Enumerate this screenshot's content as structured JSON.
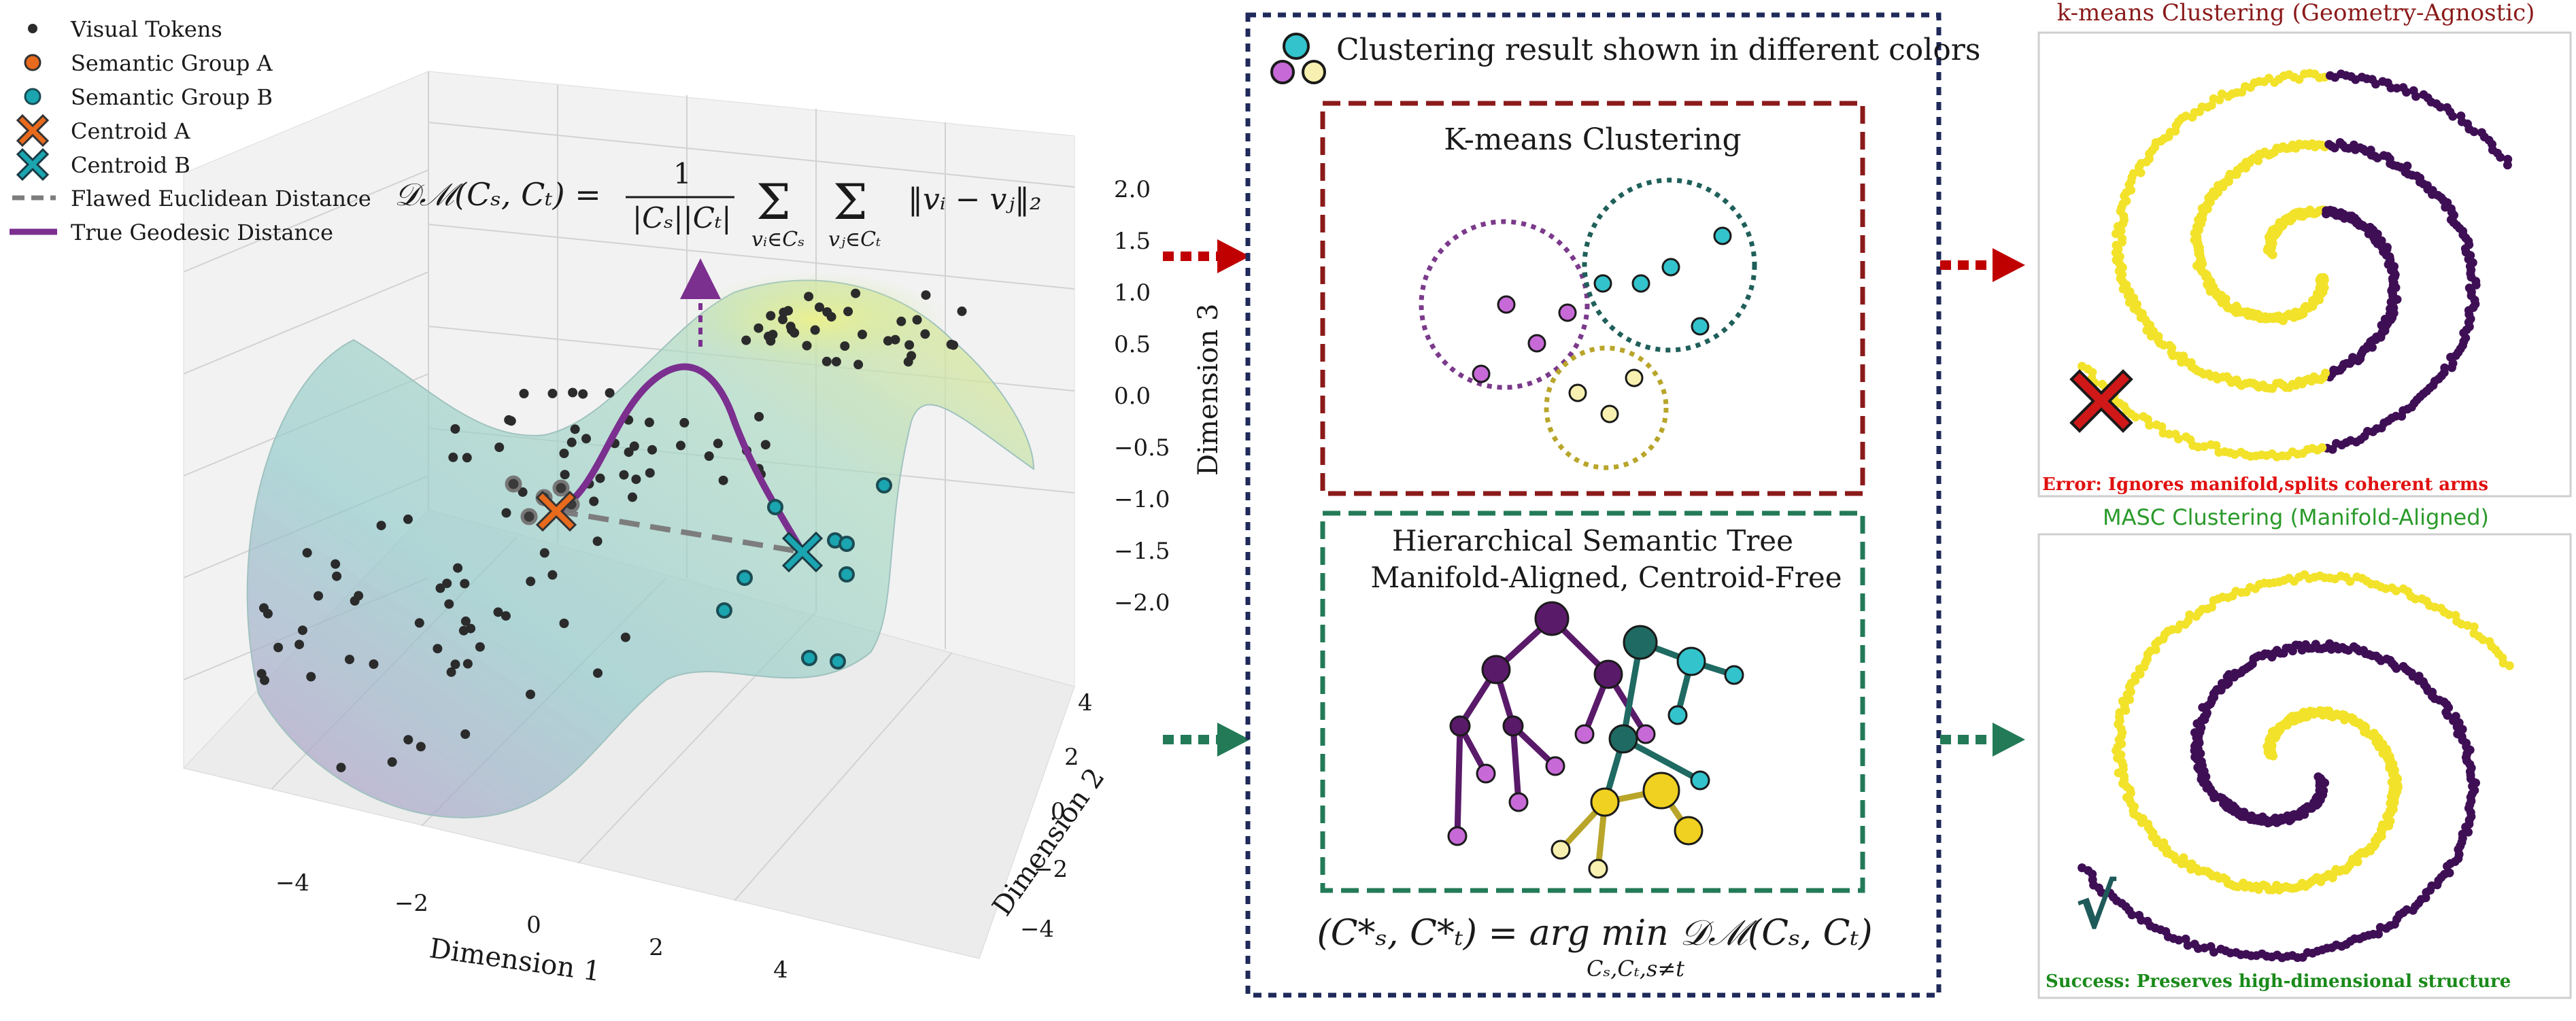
{
  "legend": {
    "items": [
      {
        "label": "Visual Tokens"
      },
      {
        "label": "Semantic Group A"
      },
      {
        "label": "Semantic Group B"
      },
      {
        "label": "Centroid A"
      },
      {
        "label": "Centroid B"
      },
      {
        "label": "Flawed Euclidean Distance"
      },
      {
        "label": "True Geodesic Distance"
      }
    ]
  },
  "plot3d": {
    "formula": "𝒟ℳ(Cₛ, Cₜ) = 1 / (|Cₛ||Cₜ|) Σ_{vᵢ∈Cₛ} Σ_{vⱼ∈Cₜ} ‖vᵢ − vⱼ‖₂",
    "formula_parts": {
      "lhs": "𝒟ℳ(Cₛ, Cₜ) =",
      "num": "1",
      "den": "|Cₛ||Cₜ|",
      "sum1": "Σ",
      "sum1_sub": "vᵢ∈Cₛ",
      "sum2": "Σ",
      "sum2_sub": "vⱼ∈Cₜ",
      "norm": "‖vᵢ − vⱼ‖₂"
    },
    "axis_x_label": "Dimension 1",
    "axis_y_label": "Dimension 2",
    "axis_z_label": "Dimension 3",
    "x_ticks": [
      "−4",
      "−2",
      "0",
      "2",
      "4"
    ],
    "y_ticks": [
      "4",
      "2",
      "0",
      "−2",
      "−4"
    ],
    "z_ticks": [
      "2.0",
      "1.5",
      "1.0",
      "0.5",
      "0.0",
      "−0.5",
      "−1.0",
      "−1.5",
      "−2.0"
    ]
  },
  "middle": {
    "header": "Clustering result shown in different colors",
    "kmeans_title": "K-means Clustering",
    "tree_title_1": "Hierarchical Semantic Tree",
    "tree_title_2": "Manifold-Aligned, Centroid-Free",
    "bottom_formula": {
      "lhs": "(C*ₛ, C*ₜ) = arg min 𝒟ℳ(Cₛ, Cₜ)",
      "sub": "Cₛ,Cₜ,s≠t"
    }
  },
  "right": {
    "top_title": "k-means Clustering (Geometry-Agnostic)",
    "top_error": "Error: Ignores manifold,splits coherent arms",
    "bottom_title": "MASC Clustering (Manifold-Aligned)",
    "bottom_success": "Success: Preserves high-dimensional structure",
    "check_glyph": "√"
  },
  "colors": {
    "purple": "#3f0f55",
    "yellow": "#f2e22a",
    "teal": "#1aa5b0",
    "orange": "#e86a1d",
    "red_arrow": "#c00000",
    "green_arrow": "#237a57",
    "dark_red": "#8b1a1a",
    "dark_green": "#1f7a5a",
    "navy": "#1f2a5a"
  }
}
